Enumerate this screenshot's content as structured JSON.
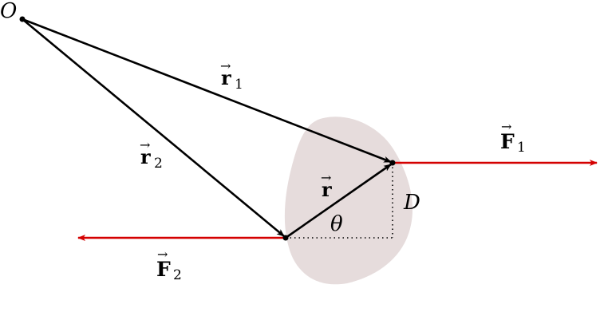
{
  "diagram": {
    "title": "Torque of a force couple on a rigid body",
    "colors": {
      "body": "#e6dcdc",
      "vector": "#000000",
      "force": "#d40000"
    },
    "labels": {
      "origin": "O",
      "r1_base": "r",
      "r1_sub": "1",
      "r2_base": "r",
      "r2_sub": "2",
      "r_base": "r",
      "F1_base": "F",
      "F1_sub": "1",
      "F2_base": "F",
      "F2_sub": "2",
      "theta": "θ",
      "D": "D",
      "arrow_accent": "→"
    }
  }
}
